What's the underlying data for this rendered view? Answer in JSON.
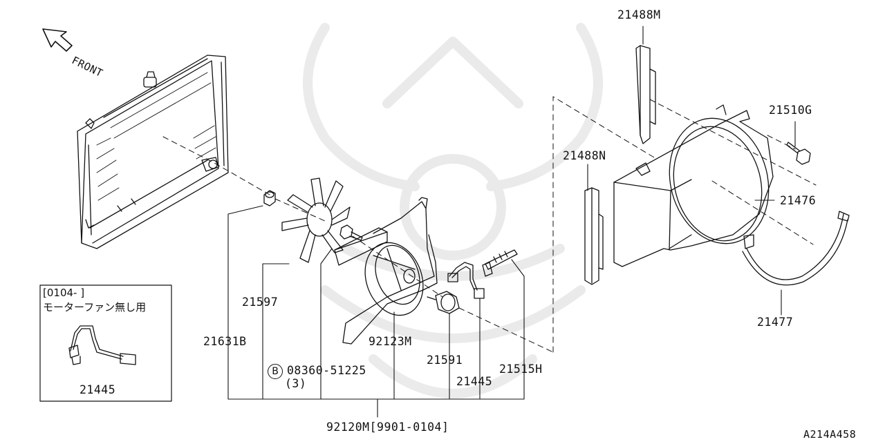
{
  "orientation": {
    "front_label": "FRONT"
  },
  "part_labels": {
    "p21488M": "21488M",
    "p21510G": "21510G",
    "p21488N": "21488N",
    "p21476": "21476",
    "p21477": "21477",
    "p21597": "21597",
    "p21631B": "21631B",
    "p92123M": "92123M",
    "p21591": "21591",
    "p21445": "21445",
    "p21515H": "21515H",
    "bolt_code": "08360-51225",
    "bolt_qty": "(3)",
    "bolt_badge": "B",
    "assembly": "92120M[9901-0104]"
  },
  "inset": {
    "date_range": "[0104-        ]",
    "note": "モーターファン無し用",
    "part": "21445"
  },
  "diagram_id": "A214A458"
}
